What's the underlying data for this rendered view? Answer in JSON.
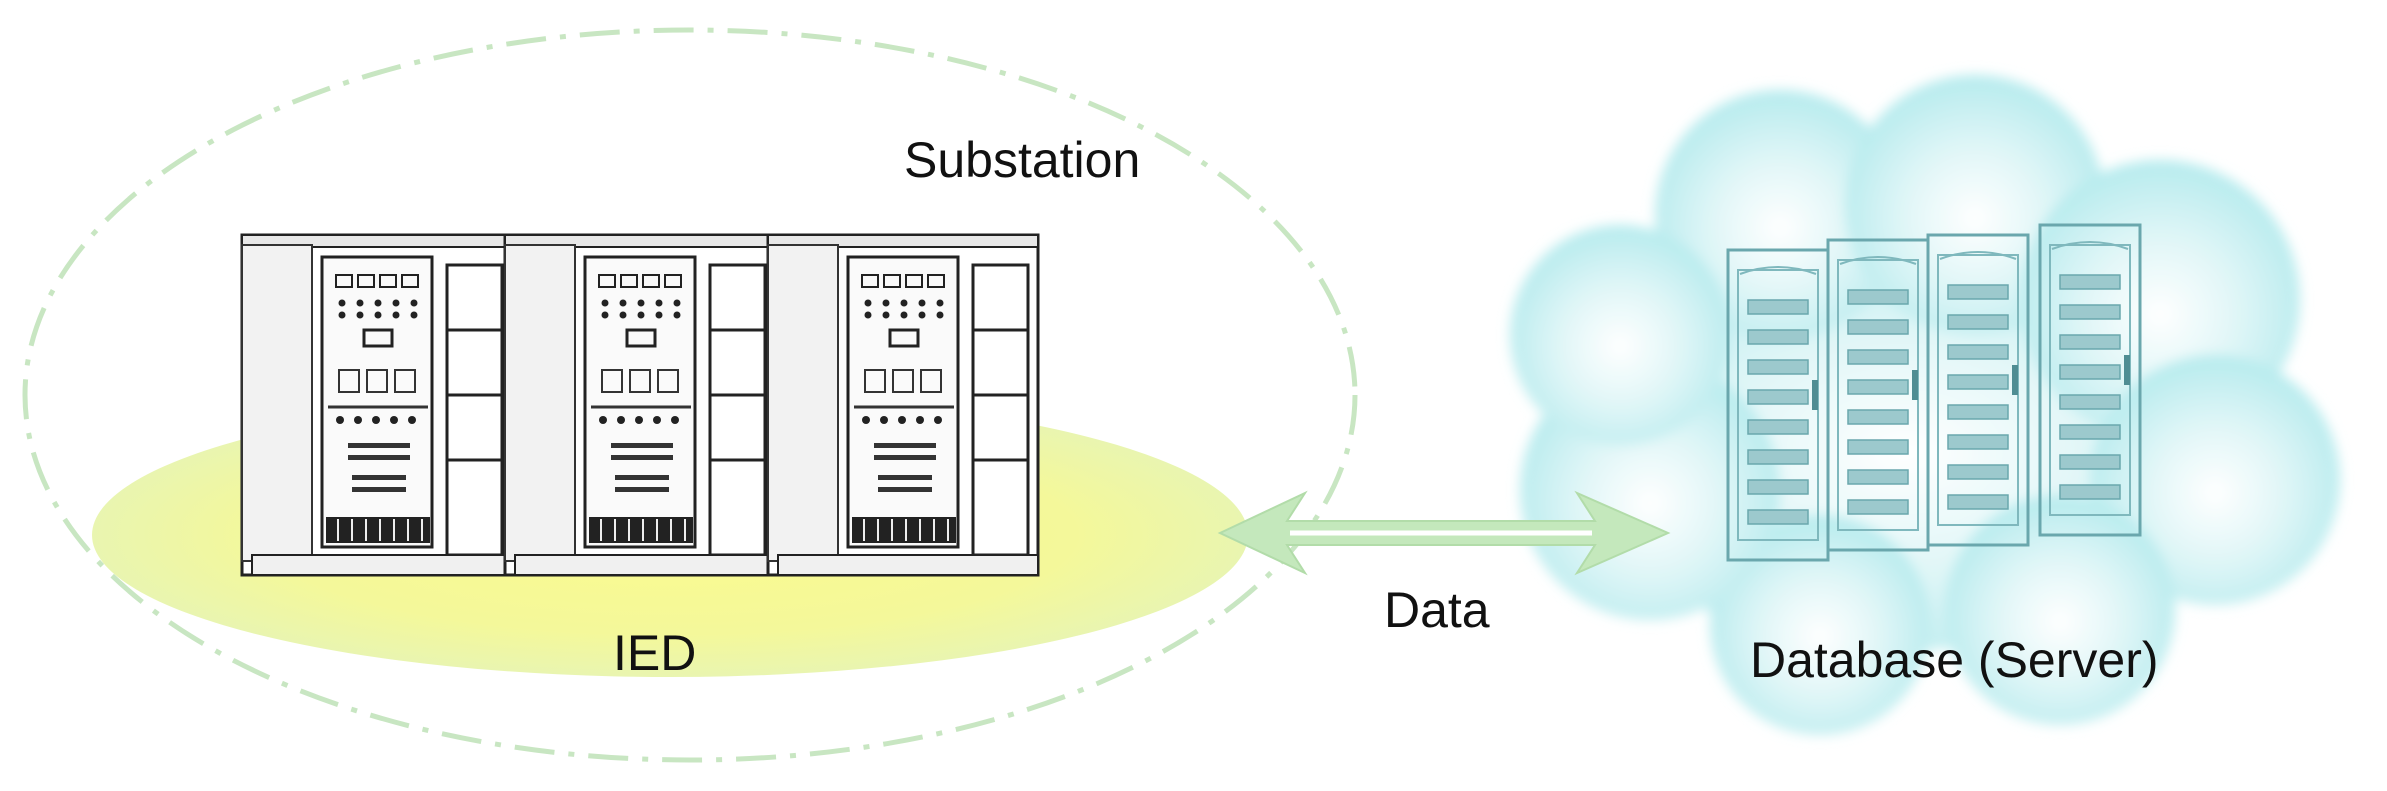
{
  "substation": {
    "label": "Substation",
    "boundary_color": "#c8e6c2",
    "zone_color": "#f7f77e"
  },
  "ied": {
    "label": "IED",
    "cabinet_count": 3
  },
  "link": {
    "label": "Data",
    "arrow_color": "#c4e8bc",
    "icon": "double-headed-arrow"
  },
  "database": {
    "label": "Database (Server)",
    "cloud_color": "#b8ecee",
    "rack_count": 4
  }
}
